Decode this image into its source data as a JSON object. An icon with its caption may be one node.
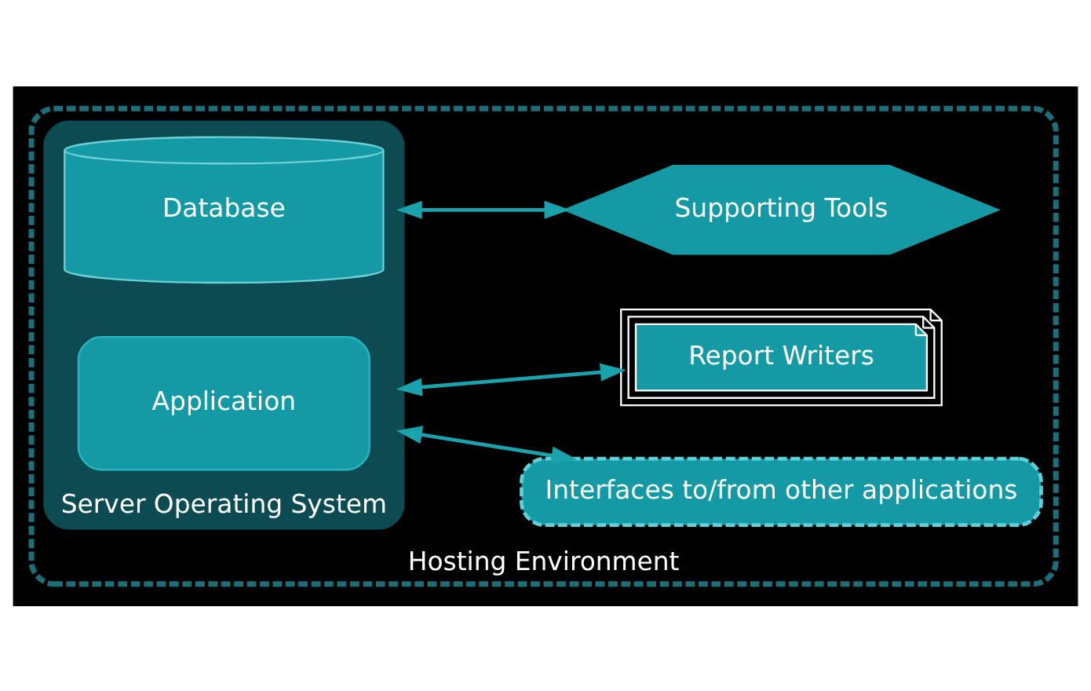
{
  "diagram": {
    "nodes": [
      {
        "text": [
          "Hosting Environment"
        ]
      },
      {
        "text": [
          "Server Operating System"
        ],
        "in": 0
      },
      {
        "text": [
          "Application"
        ],
        "in": 1
      },
      {
        "text": [
          "Database"
        ],
        "in": 1
      },
      {
        "text": [
          "Interfaces to/from other applications"
        ],
        "in": 0
      },
      {
        "text": [
          "Supporting Tools"
        ],
        "in": 0
      },
      {
        "text": [
          "Report Writers"
        ],
        "in": 0
      }
    ],
    "edges": [
      {
        "from": 1,
        "to": 4,
        "arrow": "both"
      },
      {
        "from": 1,
        "to": 5,
        "arrow": "both"
      },
      {
        "from": 1,
        "to": 6,
        "arrow": "both"
      }
    ]
  }
}
